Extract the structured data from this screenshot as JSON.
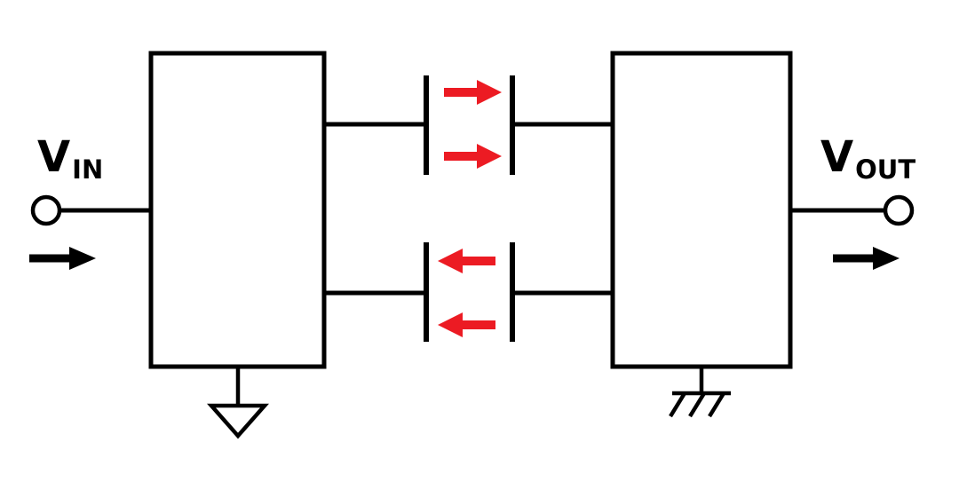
{
  "diagram": {
    "labels": {
      "vin": {
        "main": "V",
        "sub": "IN"
      },
      "vout": {
        "main": "V",
        "sub": "OUT"
      }
    },
    "colors": {
      "line": "#000000",
      "signal_arrow": "#ec1b23",
      "background": "#ffffff"
    },
    "symbols": {
      "left_block": "input-block",
      "right_block": "output-block",
      "top_coupling": {
        "type": "capacitor",
        "arrow_direction": "right",
        "arrow_count": 2
      },
      "bottom_coupling": {
        "type": "capacitor",
        "arrow_direction": "left",
        "arrow_count": 2
      },
      "left_ground": "signal-ground-triangle",
      "right_ground": "chassis-ground",
      "vin_flow": "arrow-right",
      "vout_flow": "arrow-right"
    }
  }
}
